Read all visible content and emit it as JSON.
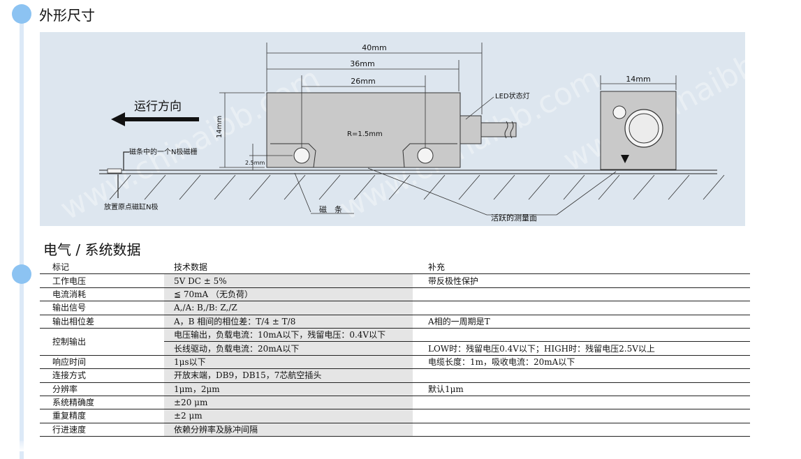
{
  "sections": {
    "outline_title": "外形尺寸",
    "electrical_title": "电气 / 系统数据"
  },
  "diagram": {
    "dim_40": "40mm",
    "dim_36": "36mm",
    "dim_26": "26mm",
    "dim_14_side": "14mm",
    "dim_14_top": "14mm",
    "radius": "R=1.5mm",
    "dim_25": "2.5mm",
    "direction": "运行方向",
    "led": "LED状态灯",
    "n_pole": "磁条中的一个N极磁栅",
    "origin": "放置原点磁缸N极",
    "strip": "磁　条",
    "active_face": "活跃的测量面",
    "watermark": "www.chinaibb.com"
  },
  "table": {
    "headers": [
      "标记",
      "技术数据",
      "补充"
    ],
    "rows": [
      {
        "label": "工作电压",
        "data": [
          "5V DC ± 5%"
        ],
        "extra": [
          "带反极性保护"
        ]
      },
      {
        "label": "电流消耗",
        "data": [
          "≦ 70mA （无负荷）"
        ],
        "extra": [
          ""
        ]
      },
      {
        "label": "输出信号",
        "data": [
          "A,/A:  B,/B:  Z,/Z"
        ],
        "extra": [
          ""
        ]
      },
      {
        "label": "输出相位差",
        "data": [
          "A，B 相间的相位差：T/4 ± T/8"
        ],
        "extra": [
          "A相的一周期是T"
        ]
      },
      {
        "label": "控制输出",
        "data": [
          "电压输出，负载电流：10mA以下，残留电压：0.4V以下",
          "长线驱动，负载电流：20mA以下"
        ],
        "extra": [
          "",
          "LOW时：残留电压0.4V以下；HIGH时：残留电压2.5V以上"
        ]
      },
      {
        "label": "响应时间",
        "data": [
          "1μs以下"
        ],
        "extra": [
          "电缆长度：1m，吸收电流：20mA以下"
        ]
      },
      {
        "label": "连接方式",
        "data": [
          "开放末端，DB9，DB15，7芯航空插头"
        ],
        "extra": [
          ""
        ]
      },
      {
        "label": "分辨率",
        "data": [
          "1μm，2μm"
        ],
        "extra": [
          "默认1μm"
        ]
      },
      {
        "label": "系统精确度",
        "data": [
          "±20 μm"
        ],
        "extra": [
          ""
        ]
      },
      {
        "label": "重复精度",
        "data": [
          "±2 μm"
        ],
        "extra": [
          ""
        ]
      },
      {
        "label": "行进速度",
        "data": [
          "依赖分辨率及脉冲间隔"
        ],
        "extra": [
          ""
        ]
      }
    ]
  },
  "colors": {
    "accent_dot": "#8cc3f2",
    "timeline": "#dce9f7",
    "diagram_bg": "#dde6ef",
    "data_column_bg": "#e5e5e5"
  }
}
